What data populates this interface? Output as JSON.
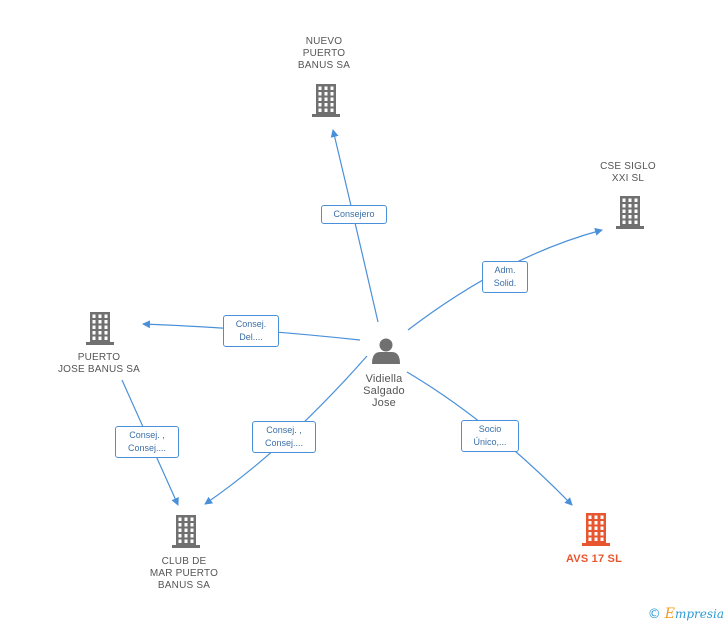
{
  "center": {
    "name_lines": [
      "Vidiella",
      "Salgado",
      "Jose"
    ],
    "icon": "person-icon"
  },
  "companies": [
    {
      "id": "nuevo-puerto-banus",
      "lines": [
        "NUEVO",
        "PUERTO",
        "BANUS SA"
      ],
      "icon": "building-icon",
      "color": "#707070"
    },
    {
      "id": "cse-siglo-xxi",
      "lines": [
        "CSE SIGLO",
        "XXI SL"
      ],
      "icon": "building-icon",
      "color": "#707070"
    },
    {
      "id": "puerto-jose-banus",
      "lines": [
        "PUERTO",
        "JOSE BANUS SA"
      ],
      "icon": "building-icon",
      "color": "#707070"
    },
    {
      "id": "club-de-mar",
      "lines": [
        "CLUB DE",
        "MAR PUERTO",
        "BANUS SA"
      ],
      "icon": "building-icon",
      "color": "#707070"
    },
    {
      "id": "avs-17",
      "lines": [
        "AVS 17 SL"
      ],
      "icon": "building-icon",
      "color": "#e8562f",
      "highlighted": true
    }
  ],
  "relations": [
    {
      "from": "center",
      "to": "nuevo-puerto-banus",
      "label_lines": [
        "Consejero"
      ]
    },
    {
      "from": "center",
      "to": "cse-siglo-xxi",
      "label_lines": [
        "Adm.",
        "Solid."
      ]
    },
    {
      "from": "center",
      "to": "puerto-jose-banus",
      "label_lines": [
        "Consej.",
        "Del...."
      ]
    },
    {
      "from": "center",
      "to": "club-de-mar",
      "label_lines": [
        "Consej. ,",
        "Consej...."
      ]
    },
    {
      "from": "puerto-jose-banus",
      "to": "club-de-mar",
      "label_lines": [
        "Consej. ,",
        "Consej...."
      ]
    },
    {
      "from": "center",
      "to": "avs-17",
      "label_lines": [
        "Socio",
        "Único,..."
      ]
    }
  ],
  "colors": {
    "edge": "#4a90d9",
    "building": "#707070",
    "highlight": "#e8562f",
    "person": "#707070"
  },
  "footer": {
    "copyright": "©",
    "brand_initial": "E",
    "brand_rest": "mpresia"
  }
}
